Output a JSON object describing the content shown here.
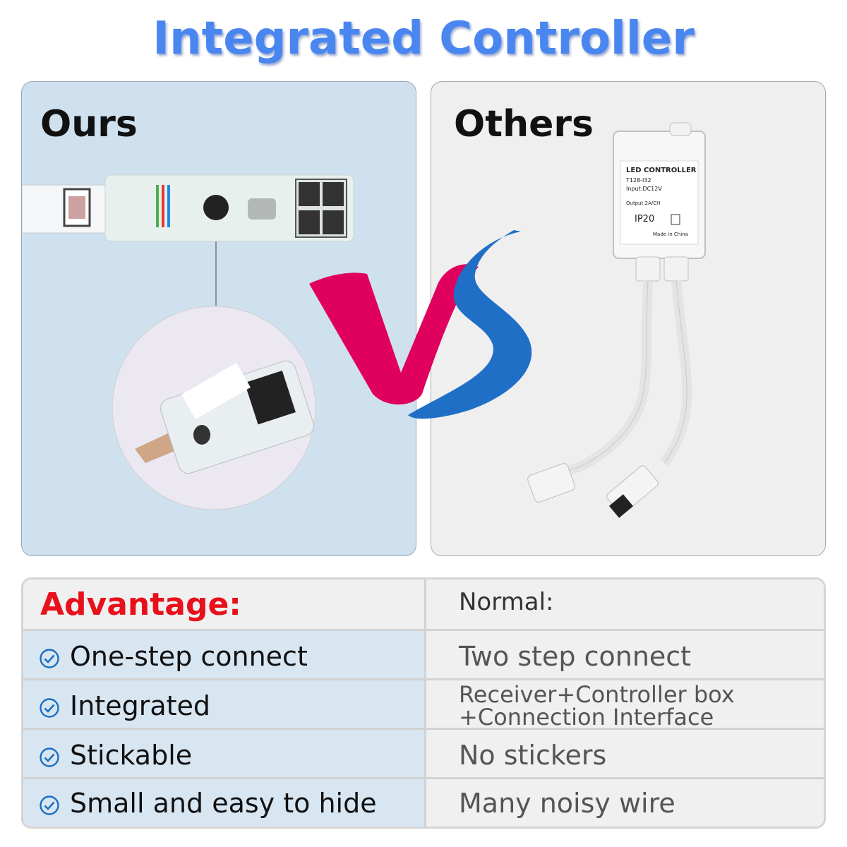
{
  "title": "Integrated Controller",
  "ours": {
    "label": "Ours"
  },
  "others": {
    "label": "Others",
    "device": {
      "name": "LED CONTROLLER",
      "model": "T128-I32",
      "input": "Input:DC12V",
      "output": "Output:2A/CH",
      "rating": "IP20",
      "origin": "Made in China"
    }
  },
  "vs": {
    "left_color": "#e0005e",
    "right_color": "#1f6fc7"
  },
  "comparison": {
    "header_left": "Advantage:",
    "header_right": "Normal:",
    "rows": [
      {
        "ours": "One-step connect",
        "others": "Two step connect"
      },
      {
        "ours": "Integrated",
        "others_line1": "Receiver+Controller box",
        "others_line2": "+Connection Interface"
      },
      {
        "ours": "Stickable",
        "others": "No stickers"
      },
      {
        "ours": "Small and easy to hide",
        "others": "Many noisy wire"
      }
    ]
  },
  "colors": {
    "title": "#4a86f0",
    "advantage": "#e8101a",
    "check": "#1a6fc0"
  }
}
